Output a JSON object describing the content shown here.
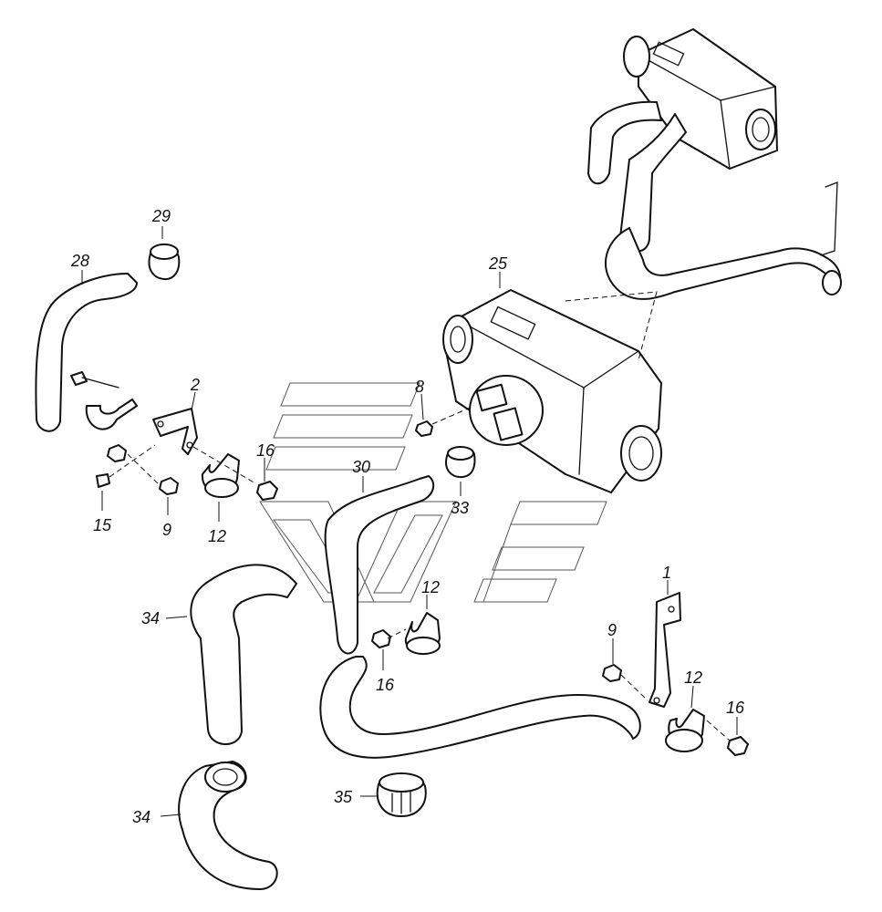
{
  "diagram": {
    "callouts": [
      {
        "id": "1",
        "text": "1"
      },
      {
        "id": "2",
        "text": "2"
      },
      {
        "id": "8",
        "text": "8"
      },
      {
        "id": "9a",
        "text": "9"
      },
      {
        "id": "9b",
        "text": "9"
      },
      {
        "id": "12a",
        "text": "12"
      },
      {
        "id": "12b",
        "text": "12"
      },
      {
        "id": "12c",
        "text": "12"
      },
      {
        "id": "15",
        "text": "15"
      },
      {
        "id": "16a",
        "text": "16"
      },
      {
        "id": "16b",
        "text": "16"
      },
      {
        "id": "16c",
        "text": "16"
      },
      {
        "id": "25",
        "text": "25"
      },
      {
        "id": "28",
        "text": "28"
      },
      {
        "id": "29",
        "text": "29"
      },
      {
        "id": "30",
        "text": "30"
      },
      {
        "id": "33",
        "text": "33"
      },
      {
        "id": "34a",
        "text": "34"
      },
      {
        "id": "34b",
        "text": "34"
      },
      {
        "id": "35",
        "text": "35"
      }
    ]
  }
}
